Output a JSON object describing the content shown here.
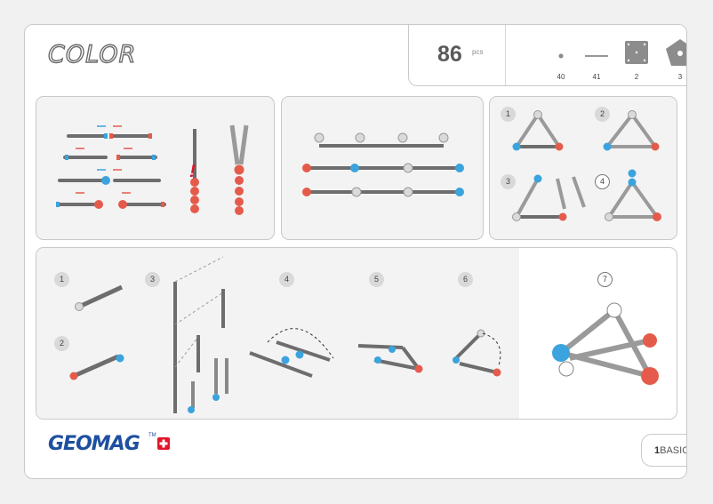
{
  "header": {
    "title": "COLOR",
    "piece_count": "86",
    "piece_unit": "pcs"
  },
  "pieces": [
    {
      "icon": "ball-icon",
      "count": "40"
    },
    {
      "icon": "rod-icon",
      "count": "41"
    },
    {
      "icon": "square-panel-icon",
      "count": "2"
    },
    {
      "icon": "pentagon-panel-icon",
      "count": "3"
    }
  ],
  "panels": {
    "triangles_steps": [
      "1",
      "2",
      "3",
      "4"
    ],
    "build_steps": [
      "1",
      "2",
      "3",
      "4",
      "5",
      "6",
      "7"
    ]
  },
  "footer": {
    "brand": "GEOMAG",
    "trademark": "TM",
    "level_number": "1",
    "level_label": "BASIC"
  },
  "colors": {
    "blue": "#3ba3dd",
    "red": "#e45b4c",
    "brand_blue": "#1e4fa0",
    "swiss_red": "#e2132a"
  }
}
